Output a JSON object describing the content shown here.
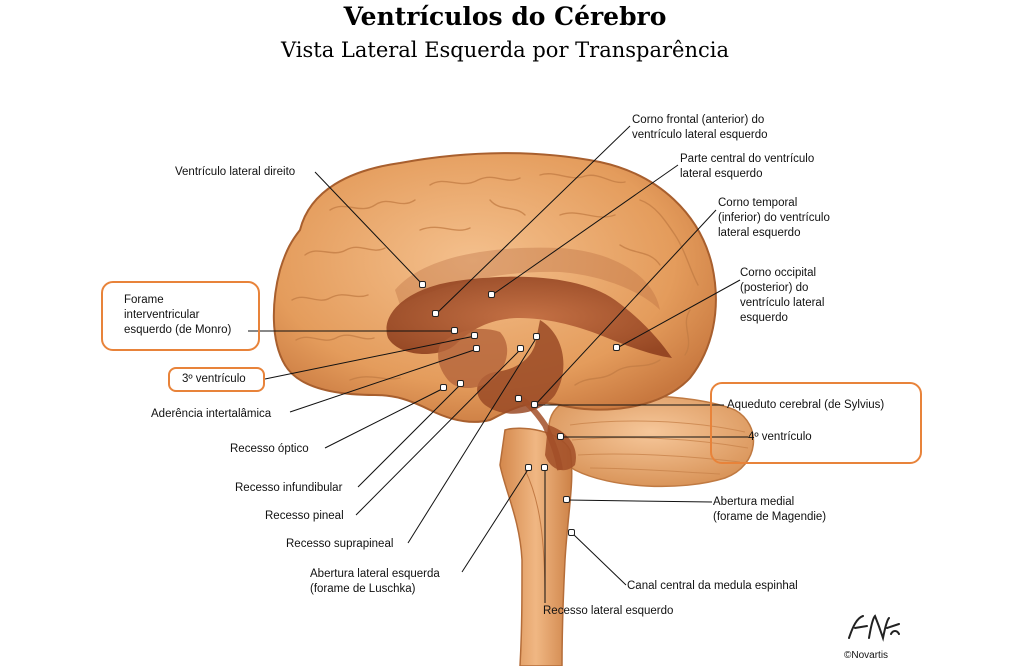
{
  "title": "Ventrículos do Cérebro",
  "subtitle": "Vista Lateral Esquerda por Transparência",
  "labels": {
    "corno_frontal": "Corno frontal (anterior) do\nventrículo lateral esquerdo",
    "parte_central": "Parte central do ventrículo\nlateral esquerdo",
    "corno_temporal": "Corno temporal\n(inferior) do ventrículo\nlateral esquerdo",
    "corno_occipital": "Corno occipital\n(posterior) do\nventrículo lateral\nesquerdo",
    "ventriculo_lateral_direito": "Ventrículo lateral direito",
    "forame_monro": "Forame\ninterventricular\nesquerdo (de Monro)",
    "terceiro_ventriculo": "3º ventrículo",
    "aderencia": "Aderência intertalâmica",
    "recesso_optico": "Recesso óptico",
    "recesso_infundibular": "Recesso infundibular",
    "recesso_pineal": "Recesso pineal",
    "recesso_suprapineal": "Recesso suprapineal",
    "abertura_lateral": "Abertura lateral esquerda\n(forame de Luschka)",
    "recesso_lateral": "Recesso lateral esquerdo",
    "aqueduto": "Aqueduto cerebral (de Sylvius)",
    "quarto_ventriculo": "4º ventrículo",
    "abertura_medial": "Abertura medial\n(forame de Magendie)",
    "canal_central": "Canal central da medula espinhal"
  },
  "signature": "F. Netter",
  "copyright": "©Novartis",
  "colors": {
    "brain": "#e8a468",
    "brain_dark": "#b86a37",
    "cerebellum": "#eab07c",
    "ventricle": "#a9512c",
    "highlight_box": "#e8833a"
  }
}
